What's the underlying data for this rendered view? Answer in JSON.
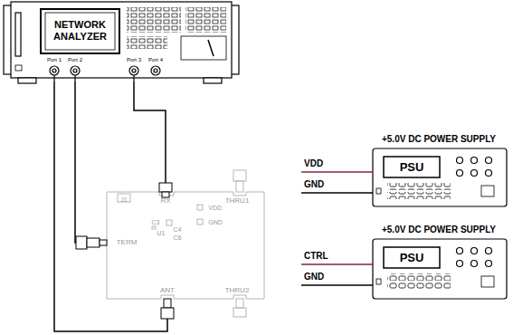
{
  "diagram": {
    "nodes": [
      {
        "text": [
          "NETWORK ANALYZER",
          "Port 1",
          "Port 2",
          "Port 3",
          "Port 4"
        ]
      },
      {
        "text": [
          "J1",
          "RX",
          "THRU1",
          "C3",
          "U1",
          "C4",
          "C6",
          "VDD",
          "GND",
          "TERM",
          "ANT",
          "THRU2"
        ]
      },
      {
        "text": [
          "+5.0V DC POWER SUPPLY",
          "PSU"
        ]
      },
      {
        "text": [
          "+5.0V DC POWER SUPPLY",
          "PSU"
        ]
      }
    ],
    "edges": [
      {
        "from": 0,
        "to": 1,
        "arrow": "none"
      },
      {
        "from": 0,
        "to": 1,
        "arrow": "none"
      },
      {
        "from": 0,
        "to": 1,
        "arrow": "none"
      }
    ],
    "labels": [
      "VDD",
      "GND",
      "CTRL",
      "GND"
    ]
  }
}
